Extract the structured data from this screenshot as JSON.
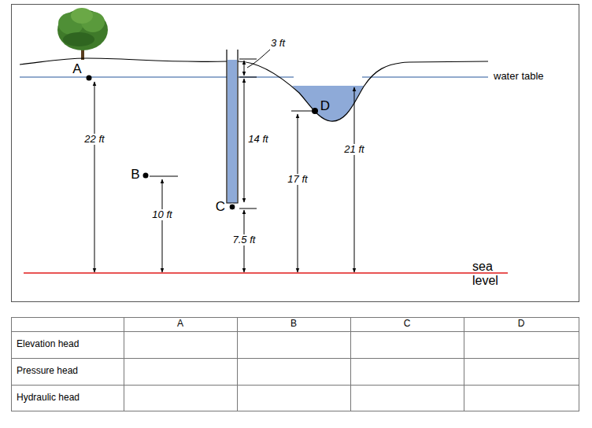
{
  "diagram": {
    "labels": [
      "3 ft",
      "A",
      "water table",
      "D",
      "22 ft",
      "14 ft",
      "21 ft",
      "B",
      "17 ft",
      "C",
      "10 ft",
      "7.5 ft",
      "sea level",
      "A",
      "B",
      "C",
      "D",
      "Elevation head",
      "Pressure head",
      "Hydraulic head"
    ]
  }
}
